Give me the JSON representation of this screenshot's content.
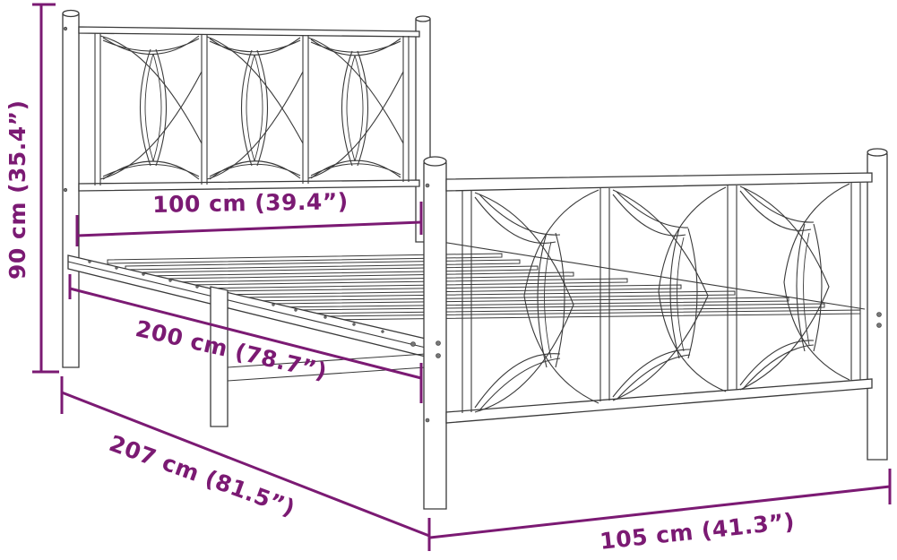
{
  "diagram": {
    "subject": "Metal bed frame with headboard and footboard",
    "style": "line-art product dimension drawing",
    "dimension_color": "#7b1a73",
    "line_color": "#3a3a3a",
    "background": "#ffffff"
  },
  "dimensions": {
    "height": {
      "label": "90 cm (35.4”)",
      "value_cm": 90,
      "value_in": 35.4,
      "meaning": "overall height"
    },
    "inner_width": {
      "label": "100 cm (39.4”)",
      "value_cm": 100,
      "value_in": 39.4,
      "meaning": "mattress width"
    },
    "inner_length": {
      "label": "200 cm (78.7”)",
      "value_cm": 200,
      "value_in": 78.7,
      "meaning": "mattress length"
    },
    "overall_length": {
      "label": "207 cm (81.5”)",
      "value_cm": 207,
      "value_in": 81.5,
      "meaning": "overall length"
    },
    "overall_width": {
      "label": "105 cm (41.3”)",
      "value_cm": 105,
      "value_in": 41.3,
      "meaning": "overall width"
    }
  },
  "parts": {
    "headboard": {
      "panels": 3,
      "motif": "interlocking circles"
    },
    "footboard": {
      "panels": 3,
      "motif": "interlocking circles"
    },
    "slats": "horizontal metal slats",
    "legs": 4
  }
}
